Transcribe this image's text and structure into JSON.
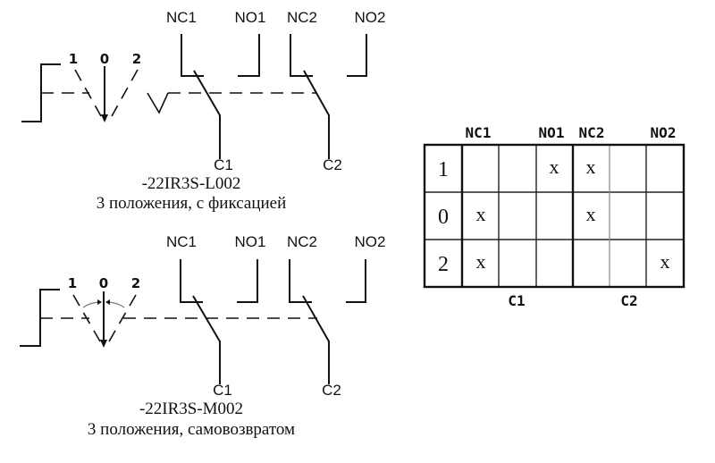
{
  "diagrams": [
    {
      "id": "L002",
      "contact_labels": [
        "NC1",
        "NO1",
        "NC2",
        "NO2"
      ],
      "common_labels": [
        "C1",
        "C2"
      ],
      "positions": [
        "1",
        "0",
        "2"
      ],
      "model": "-22IR3S-L002",
      "description": "3 положения, с фиксацией",
      "return_type": "latching"
    },
    {
      "id": "M002",
      "contact_labels": [
        "NC1",
        "NO1",
        "NC2",
        "NO2"
      ],
      "common_labels": [
        "C1",
        "C2"
      ],
      "positions": [
        "1",
        "0",
        "2"
      ],
      "model": "-22IR3S-M002",
      "description": "3 положения, самовозвратом",
      "return_type": "spring-return"
    }
  ],
  "table": {
    "header": [
      "NC1",
      "NO1",
      "NC2",
      "NO2"
    ],
    "footer": [
      "C1",
      "C2"
    ],
    "rows": [
      {
        "position": "1",
        "cells": [
          "",
          "",
          "x",
          "x",
          "",
          ""
        ]
      },
      {
        "position": "0",
        "cells": [
          "x",
          "",
          "",
          "x",
          "",
          ""
        ]
      },
      {
        "position": "2",
        "cells": [
          "x",
          "",
          "",
          "",
          "",
          "x"
        ]
      }
    ]
  }
}
